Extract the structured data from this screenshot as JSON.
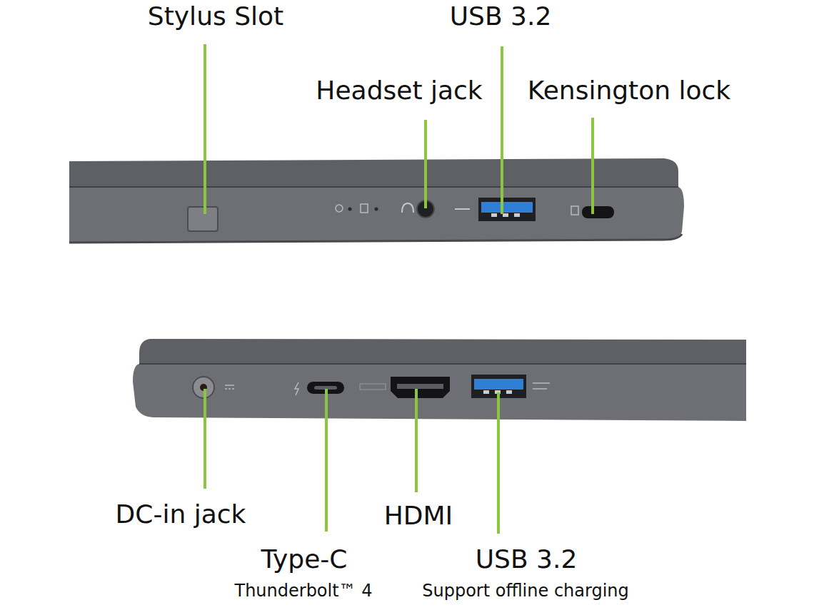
{
  "diagram": {
    "labels": [
      "Stylus Slot",
      "USB 3.2",
      "Headset jack",
      "Kensington lock",
      "DC-in jack",
      "Type-C",
      "Thunderbolt™ 4",
      "HDMI",
      "USB 3.2",
      "Support offline charging"
    ]
  }
}
